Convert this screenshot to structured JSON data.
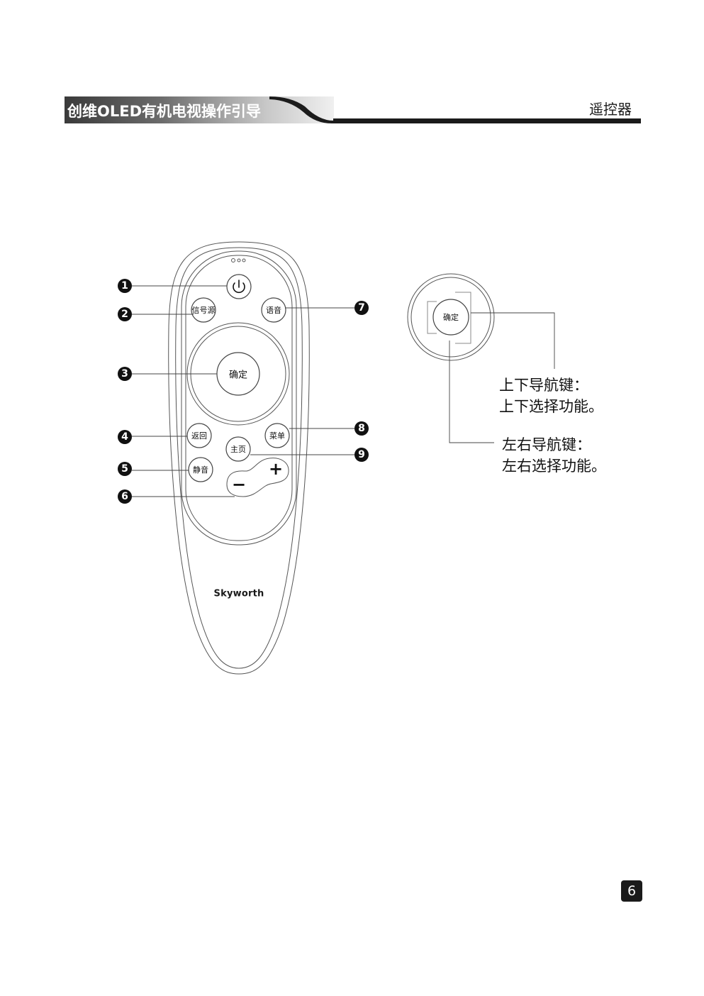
{
  "header": {
    "title": "创维OLED有机电视操作引导",
    "section": "遥控器"
  },
  "remote": {
    "brand": "Skyworth",
    "buttons": {
      "source": "信号源",
      "voice": "语音",
      "ok": "确定",
      "back": "返回",
      "menu": "菜单",
      "home": "主页",
      "mute": "静音",
      "plus": "+",
      "minus": "−"
    },
    "callouts": [
      "1",
      "2",
      "3",
      "4",
      "5",
      "6",
      "7",
      "8",
      "9"
    ]
  },
  "nav_detail": {
    "ok_label": "确定",
    "up_down": {
      "title": "上下导航键：",
      "desc": "上下选择功能。"
    },
    "left_right": {
      "title": "左右导航键：",
      "desc": "左右选择功能。"
    }
  },
  "page_number": "6"
}
